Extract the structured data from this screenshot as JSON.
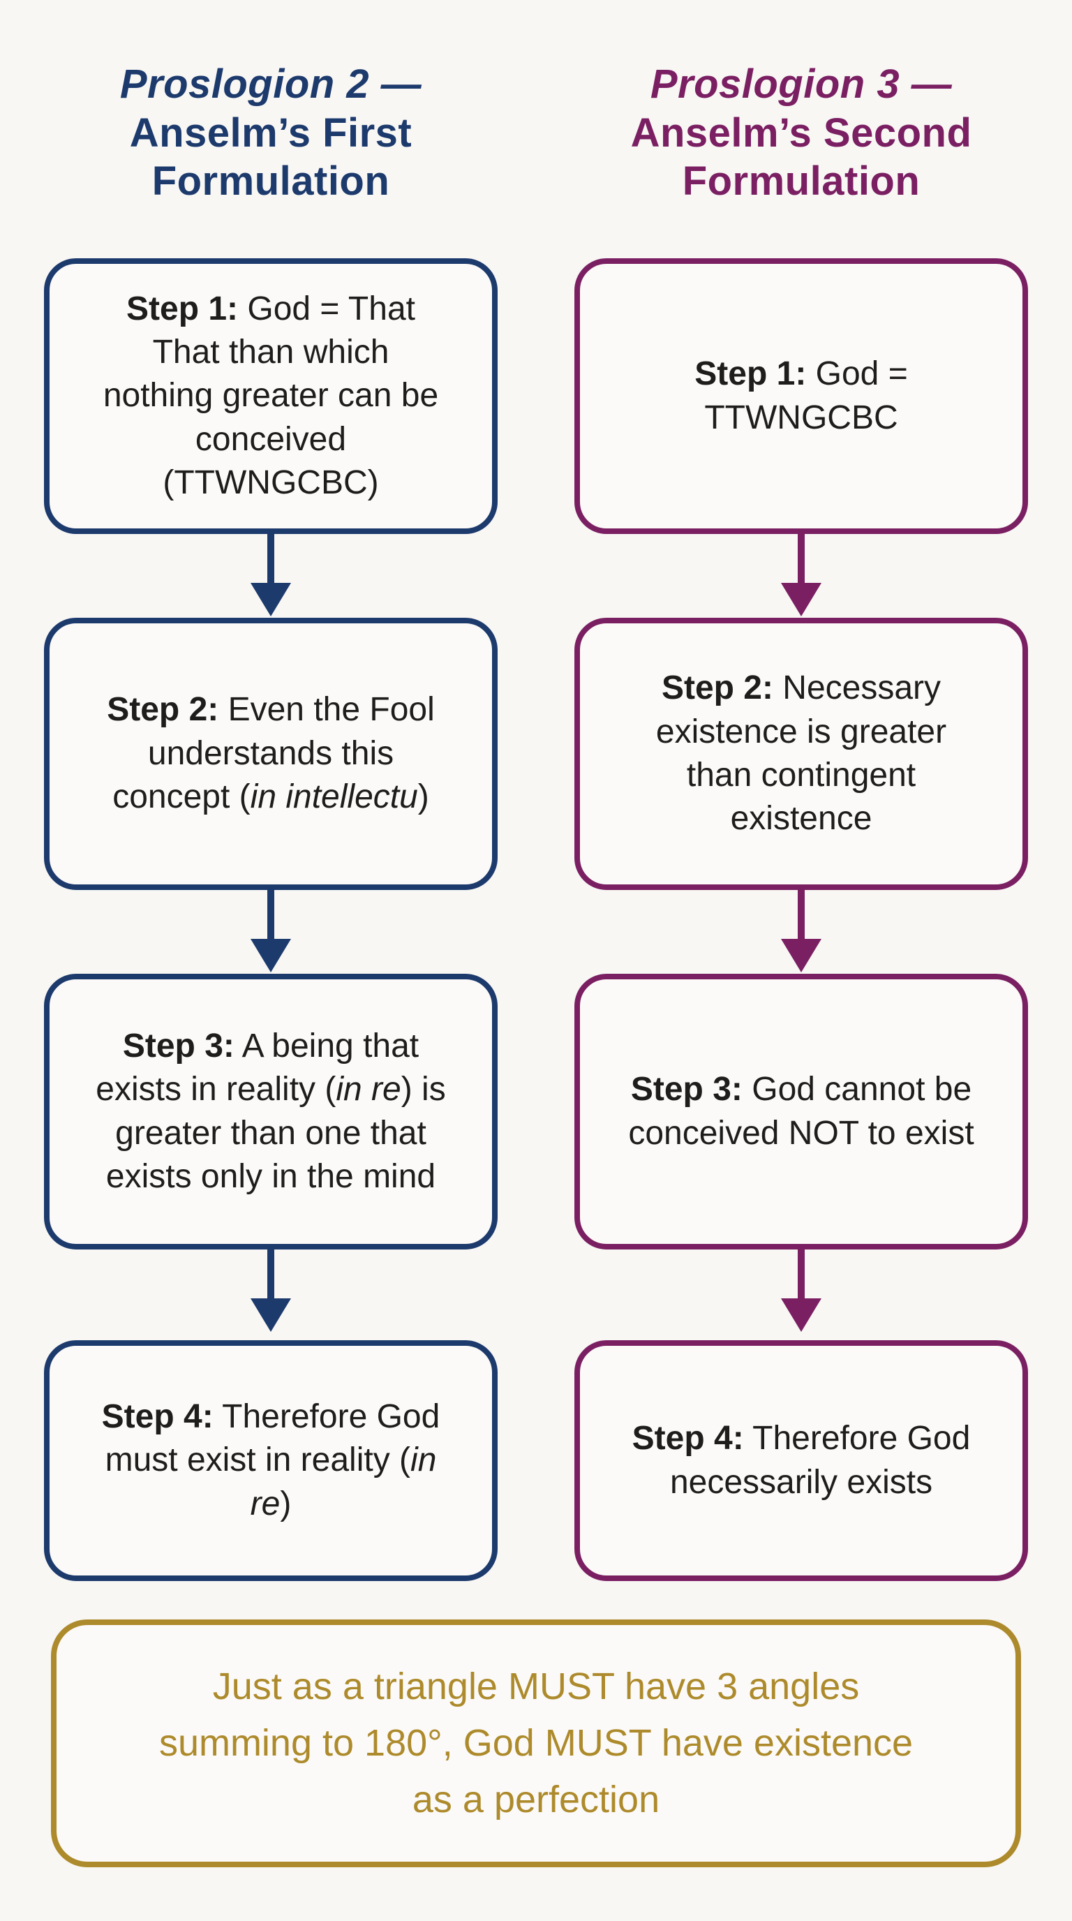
{
  "colors": {
    "navy": "#1d3a6d",
    "purple": "#7b1f63",
    "gold": "#ad8a2b",
    "body_text": "#1e1d1b",
    "background": "#f8f7f4"
  },
  "columns": [
    {
      "id": "proslogion-2",
      "header": {
        "line1": "Proslogion 2 —",
        "line2": "Anselm’s First",
        "line3": "Formulation"
      },
      "steps": [
        {
          "segments": [
            {
              "style": "bold",
              "text": "Step 1:"
            },
            {
              "style": "normal",
              "text": " God = That That than which nothing greater can be conceived (TTWNGCBC)"
            }
          ]
        },
        {
          "segments": [
            {
              "style": "bold",
              "text": "Step 2:"
            },
            {
              "style": "normal",
              "text": " Even the Fool understands this concept ("
            },
            {
              "style": "italic",
              "text": "in intellectu"
            },
            {
              "style": "normal",
              "text": ")"
            }
          ]
        },
        {
          "segments": [
            {
              "style": "bold",
              "text": "Step 3:"
            },
            {
              "style": "normal",
              "text": " A being that exists in reality ("
            },
            {
              "style": "italic",
              "text": "in re"
            },
            {
              "style": "normal",
              "text": ") is greater than one that exists only in the mind"
            }
          ]
        },
        {
          "segments": [
            {
              "style": "bold",
              "text": "Step 4:"
            },
            {
              "style": "normal",
              "text": " Therefore God must exist in reality ("
            },
            {
              "style": "italic",
              "text": "in re"
            },
            {
              "style": "normal",
              "text": ")"
            }
          ]
        }
      ]
    },
    {
      "id": "proslogion-3",
      "header": {
        "line1": "Proslogion 3 —",
        "line2": "Anselm’s Second",
        "line3": "Formulation"
      },
      "steps": [
        {
          "segments": [
            {
              "style": "bold",
              "text": "Step 1:"
            },
            {
              "style": "normal",
              "text": " God = TTWNGCBC"
            }
          ]
        },
        {
          "segments": [
            {
              "style": "bold",
              "text": "Step 2:"
            },
            {
              "style": "normal",
              "text": " Necessary existence is greater than contingent existence"
            }
          ]
        },
        {
          "segments": [
            {
              "style": "bold",
              "text": "Step 3:"
            },
            {
              "style": "normal",
              "text": " God cannot be conceived NOT to exist"
            }
          ]
        },
        {
          "segments": [
            {
              "style": "bold",
              "text": "Step 4:"
            },
            {
              "style": "normal",
              "text": " Therefore God necessarily exists"
            }
          ]
        }
      ]
    }
  ],
  "analogy": {
    "segments": [
      {
        "style": "normal",
        "text": "Just as a triangle MUST have 3 angles summing to 180°, God MUST have existence as a perfection"
      }
    ]
  }
}
